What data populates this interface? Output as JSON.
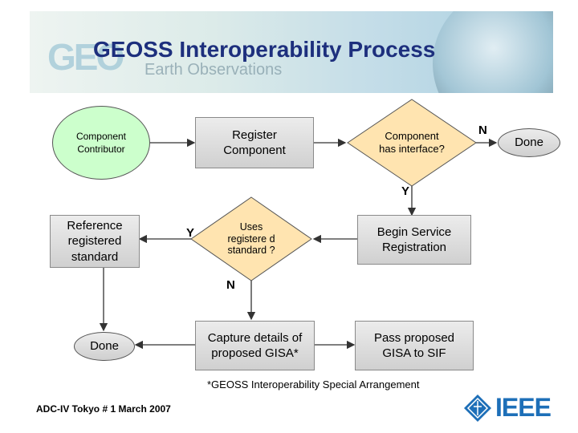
{
  "header": {
    "title": "GEOSS Interoperability Process",
    "logo_text": "GEO",
    "subtitle": "Earth Observations"
  },
  "nodes": {
    "component_contributor": "Component Contributor",
    "register_component": "Register Component",
    "has_interface": "Component has interface?",
    "done_top": "Done",
    "reference_standard": "Reference registered standard",
    "uses_standard": "Uses registere d standard ?",
    "begin_service": "Begin Service Registration",
    "done_bottom": "Done",
    "capture_details": "Capture details of proposed GISA*",
    "pass_proposed": "Pass proposed GISA to SIF"
  },
  "edge_labels": {
    "interface_no": "N",
    "interface_yes": "Y",
    "standard_yes": "Y",
    "standard_no": "N"
  },
  "footnote": "*GEOSS Interoperability Special Arrangement",
  "credit": "ADC-IV Tokyo # 1 March 2007",
  "ieee_logo": "IEEE",
  "colors": {
    "title": "#1d2f7d",
    "contributor_fill": "#ccffcc",
    "diamond_fill": "#ffe4b0",
    "ieee": "#1d6fb8"
  }
}
